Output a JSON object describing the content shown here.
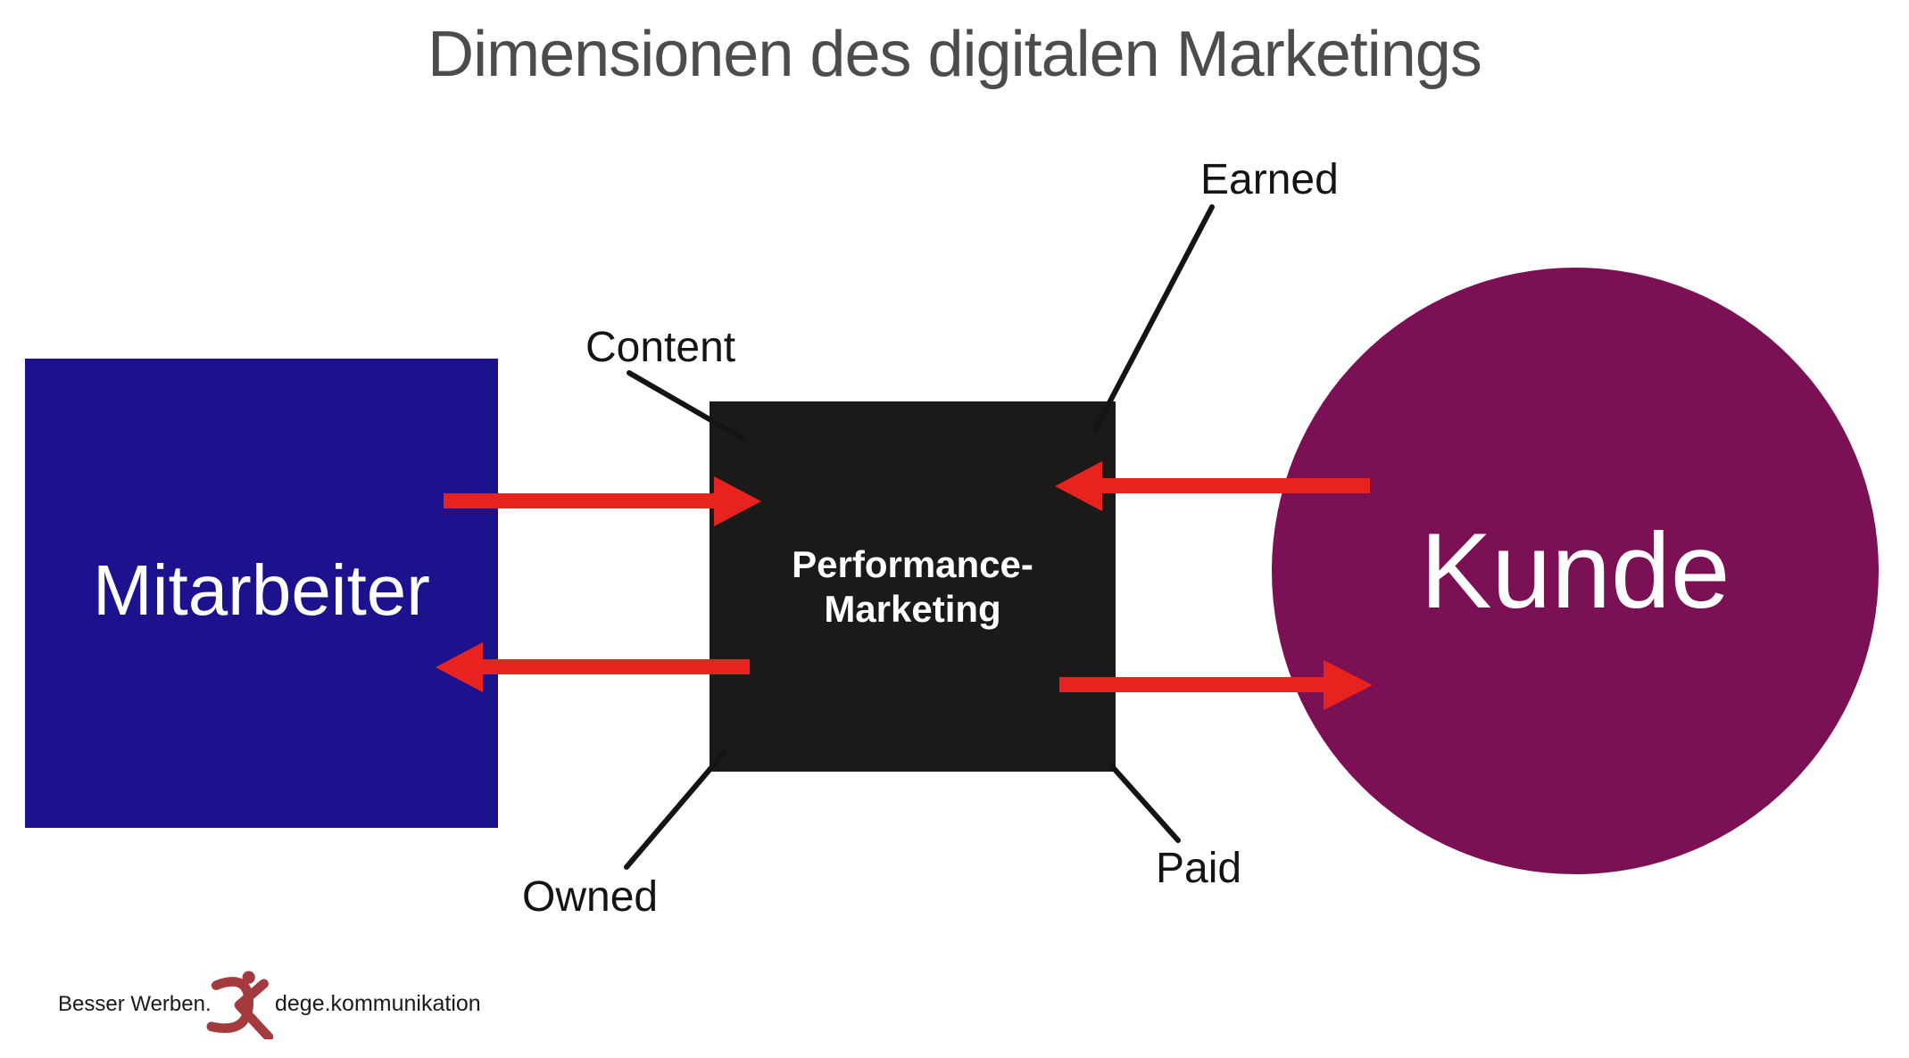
{
  "title": "Dimensionen des digitalen Marketings",
  "nodes": {
    "mitarbeiter": {
      "label": "Mitarbeiter"
    },
    "performance": {
      "label_line1": "Performance-",
      "label_line2": "Marketing"
    },
    "kunde": {
      "label": "Kunde"
    }
  },
  "edge_labels": {
    "content": "Content",
    "earned": "Earned",
    "owned": "Owned",
    "paid": "Paid"
  },
  "footer": {
    "tagline": "Besser Werben.",
    "brand": "dege.kommunikation"
  },
  "colors": {
    "title_gray": "#4c4c4c",
    "mitarbeiter_blue": "#1d128e",
    "performance_black": "#1c1a19",
    "kunde_magenta": "#7c1054",
    "arrow_red": "#e8231f",
    "connector_black": "#141414",
    "label_black": "#141414",
    "logo_red": "#a23a3e"
  }
}
